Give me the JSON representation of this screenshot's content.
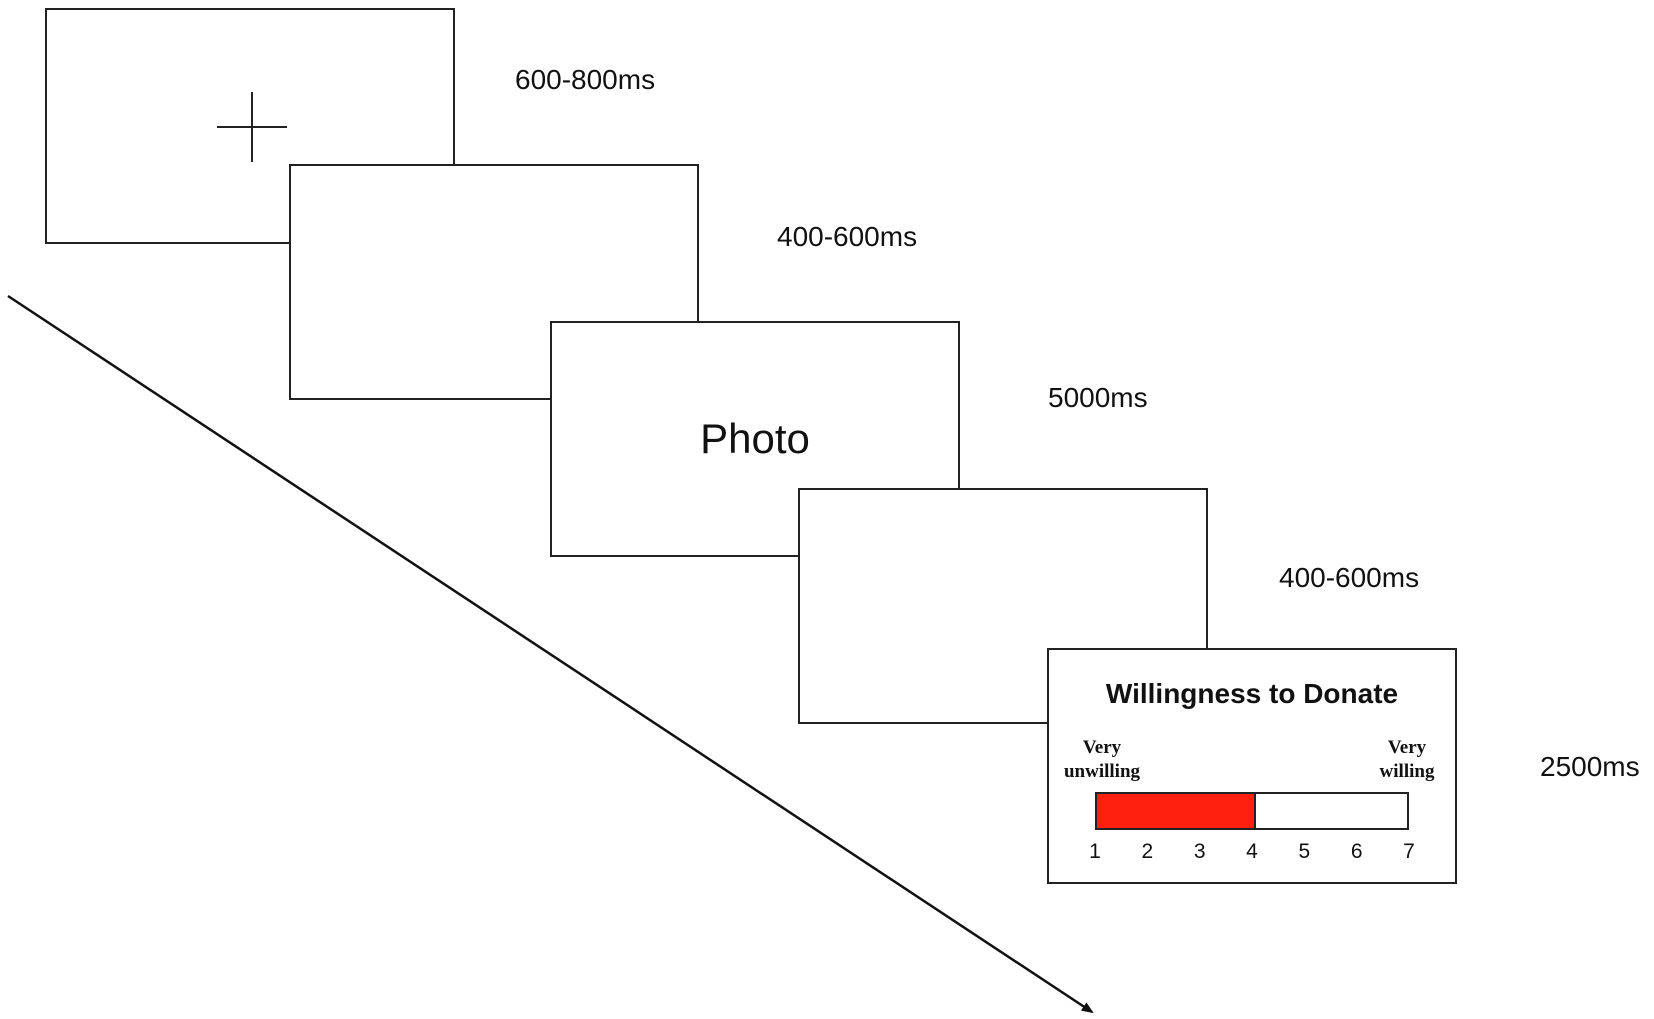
{
  "screens": {
    "photo_label": "Photo",
    "rating": {
      "title": "Willingness to Donate",
      "left_anchor_line1": "Very",
      "left_anchor_line2": "unwilling",
      "right_anchor_line1": "Very",
      "right_anchor_line2": "willing",
      "scale": [
        "1",
        "2",
        "3",
        "4",
        "5",
        "6",
        "7"
      ],
      "selected_value": 4,
      "fill_color": "#ff2010"
    }
  },
  "durations": [
    "600-800ms",
    "400-600ms",
    "5000ms",
    "400-600ms",
    "2500ms"
  ]
}
